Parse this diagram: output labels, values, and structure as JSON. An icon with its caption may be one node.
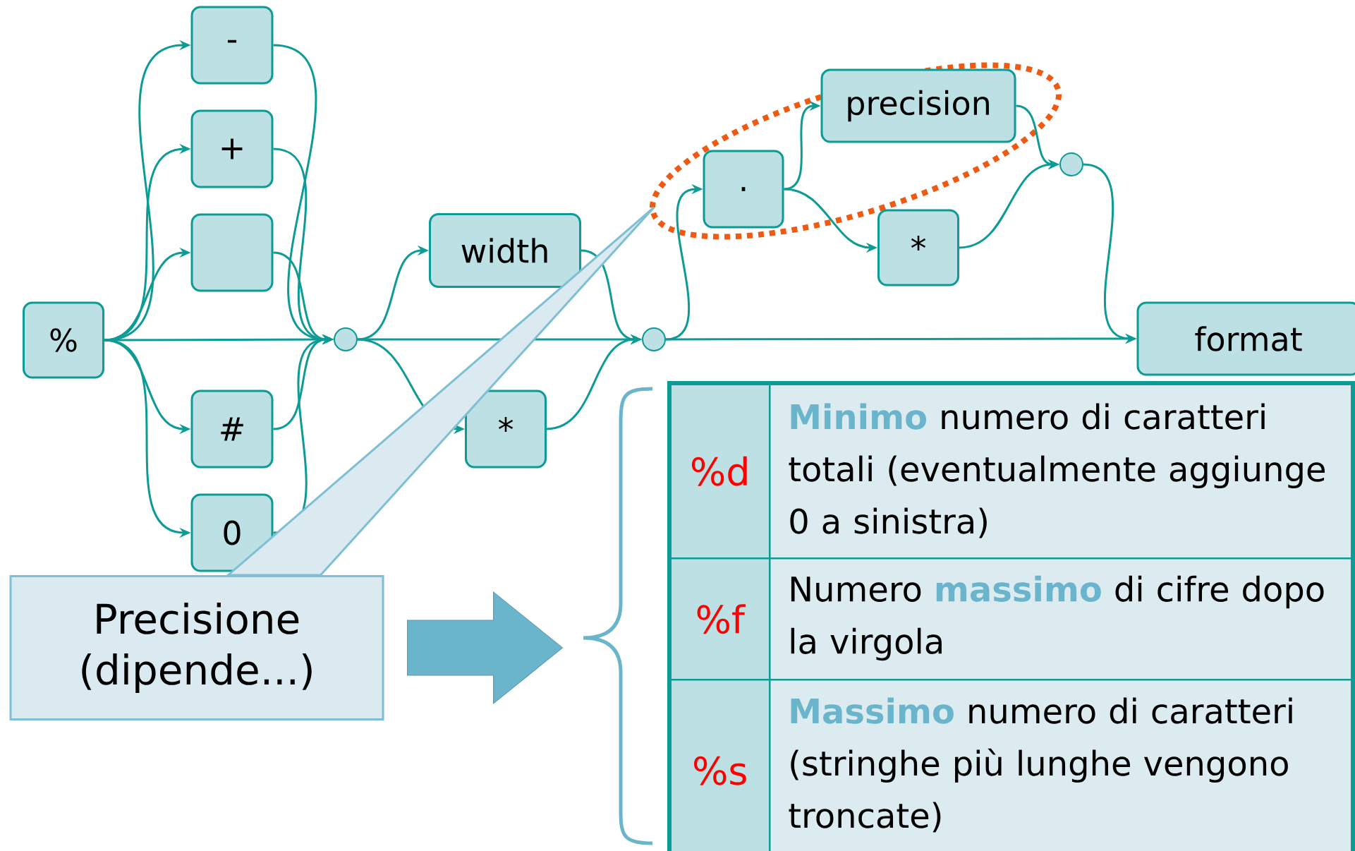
{
  "diagram": {
    "nodes": [
      {
        "text": [
          "%"
        ]
      },
      {
        "text": [
          "-"
        ]
      },
      {
        "text": [
          "+"
        ]
      },
      {
        "text": [],
        "shape": "box"
      },
      {
        "text": [
          "#"
        ]
      },
      {
        "text": [
          "0"
        ]
      },
      {
        "text": [],
        "shape": "circle"
      },
      {
        "text": [
          "width"
        ]
      },
      {
        "text": [
          "*"
        ]
      },
      {
        "text": [],
        "shape": "circle"
      },
      {
        "text": [
          "."
        ]
      },
      {
        "text": [
          "precision"
        ]
      },
      {
        "text": [
          "*"
        ]
      },
      {
        "text": [],
        "shape": "circle"
      },
      {
        "text": [
          "format"
        ]
      },
      {
        "text": [
          "Precisione (dipende...)"
        ]
      }
    ],
    "edges": [
      {
        "from": 0,
        "to": 1,
        "arrow": "to"
      },
      {
        "from": 0,
        "to": 2,
        "arrow": "to"
      },
      {
        "from": 0,
        "to": 3,
        "arrow": "to"
      },
      {
        "from": 0,
        "to": 4,
        "arrow": "to"
      },
      {
        "from": 0,
        "to": 5,
        "arrow": "to"
      },
      {
        "from": 0,
        "to": 6,
        "arrow": "to"
      },
      {
        "from": 1,
        "to": 6,
        "arrow": "to"
      },
      {
        "from": 2,
        "to": 6,
        "arrow": "to"
      },
      {
        "from": 3,
        "to": 6,
        "arrow": "to"
      },
      {
        "from": 4,
        "to": 6,
        "arrow": "to"
      },
      {
        "from": 5,
        "to": 6,
        "arrow": "to"
      },
      {
        "from": 6,
        "to": 7,
        "arrow": "to"
      },
      {
        "from": 6,
        "to": 8,
        "arrow": "to"
      },
      {
        "from": 6,
        "to": 9,
        "arrow": "to"
      },
      {
        "from": 7,
        "to": 9,
        "arrow": "to"
      },
      {
        "from": 8,
        "to": 9,
        "arrow": "to"
      },
      {
        "from": 9,
        "to": 10,
        "arrow": "to"
      },
      {
        "from": 9,
        "to": 14,
        "arrow": "to"
      },
      {
        "from": 10,
        "to": 11,
        "arrow": "to"
      },
      {
        "from": 10,
        "to": 12,
        "arrow": "to"
      },
      {
        "from": 11,
        "to": 13,
        "arrow": "to"
      },
      {
        "from": 12,
        "to": 13,
        "arrow": "to"
      },
      {
        "from": 13,
        "to": 14,
        "arrow": "to"
      },
      {
        "from": 15,
        "to": null,
        "arrow": "none",
        "color": "#7fbfd3"
      },
      {
        "from": 15,
        "to": null,
        "arrow": "to",
        "color": "#6ab5cc"
      }
    ],
    "labels": [
      "%d",
      "**Minimo** numero di caratteri totali (eventualmente aggiunge 0 a sinistra)",
      "%f",
      "Numero **massimo** di cifre dopo la virgola",
      "%s",
      "**Massimo** numero di caratteri (stringhe più lunghe vengono troncate)"
    ]
  }
}
